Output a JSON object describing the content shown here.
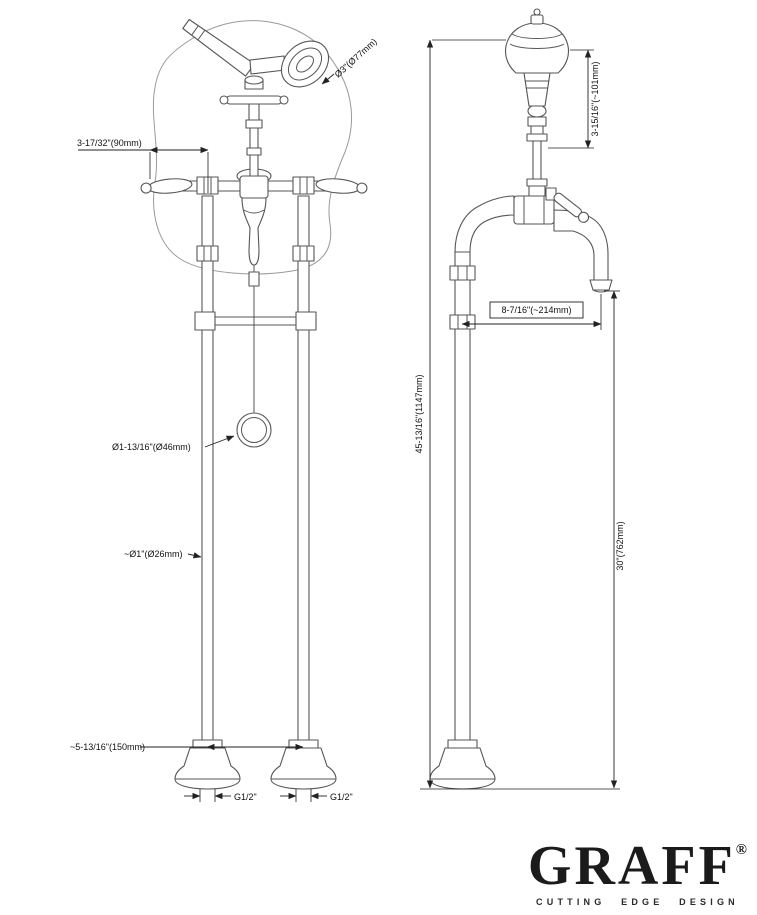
{
  "front_view": {
    "dim_center_to_handle": "3-17/32\"(90mm)",
    "dim_handshower": "Ø3\"(Ø77mm)",
    "dim_diverter": "Ø1-13/16\"(Ø46mm)",
    "dim_pipe": "~Ø1\"(Ø26mm)",
    "dim_riser_spacing": "~5-13/16\"(150mm)",
    "thread_left": "G1/2\"",
    "thread_right": "G1/2\""
  },
  "side_view": {
    "dim_handshower_offset": "3-15/16\"(~101mm)",
    "dim_spout_reach": "8-7/16\"(~214mm)",
    "dim_overall_height": "45-13/16\"(1147mm)",
    "dim_spout_height": "30\"(762mm)"
  },
  "brand": {
    "name": "GRAFF",
    "registered": "®",
    "tagline": "CUTTING EDGE DESIGN"
  },
  "colors": {
    "line": "#565656",
    "dimension": "#222222",
    "background": "#ffffff",
    "logo": "#1b1b1b"
  }
}
